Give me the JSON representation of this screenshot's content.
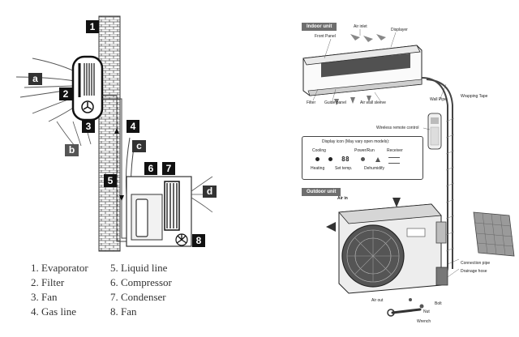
{
  "left": {
    "numbers": [
      "1",
      "2",
      "3",
      "4",
      "5",
      "6",
      "7",
      "8"
    ],
    "letters": [
      "a",
      "b",
      "c",
      "d"
    ],
    "legend_col1": [
      "1. Evaporator",
      "2. Filter",
      "3. Fan",
      "4. Gas line"
    ],
    "legend_col2": [
      "5. Liquid line",
      "6. Compressor",
      "7. Condenser",
      "8. Fan"
    ]
  },
  "right": {
    "indoor_header": "Indoor unit",
    "outdoor_header": "Outdoor unit",
    "labels": {
      "air_inlet": "Air inlet",
      "displayer": "Displayer",
      "front_panel": "Front Panel",
      "filter": "Filter",
      "guide_panel": "Guide panel",
      "air_wall_sleeve": "Air wall sleeve",
      "wall_pipe": "Wall Pipe",
      "wrapping_tape": "Wrapping Tape",
      "wireless_remote": "Wireless remote control",
      "air_in": "Air in",
      "air_out": "Air out",
      "connection_pipe": "Connection pipe",
      "drainage_hose": "Drainage hose",
      "bolt": "Bolt",
      "nut": "Nut",
      "wrench": "Wrench"
    },
    "display": {
      "title": "Display icon (May vary open models):",
      "cooling": "Cooling",
      "power_run": "Power/Run",
      "receiver": "Receiver",
      "heating": "Heating",
      "set_temp": "Set temp.",
      "dehumidify": "Dehumidify",
      "digits": "88"
    }
  }
}
